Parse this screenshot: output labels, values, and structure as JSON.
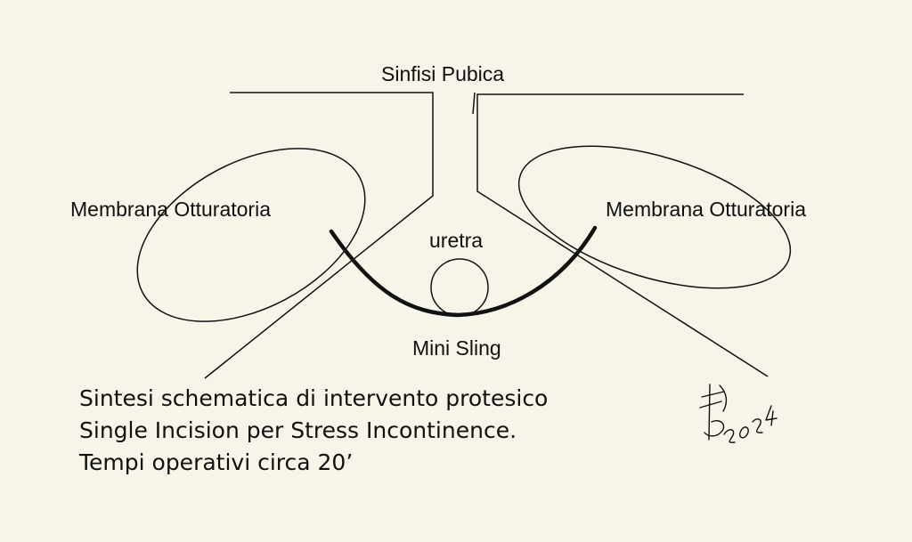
{
  "labels": {
    "symphysis": "Sinfisi Pubica",
    "membrane_left": "Membrana Otturatoria",
    "membrane_right": "Membrana Otturatoria",
    "urethra": "uretra",
    "sling": "Mini Sling"
  },
  "caption": {
    "line1": "Sintesi schematica di intervento protesico",
    "line2": "Single Incision per Stress Incontinence.",
    "line3": "Tempi operativi circa 20’"
  },
  "signature": "2024",
  "colors": {
    "background": "#f7f4ea",
    "stroke": "#111111"
  }
}
